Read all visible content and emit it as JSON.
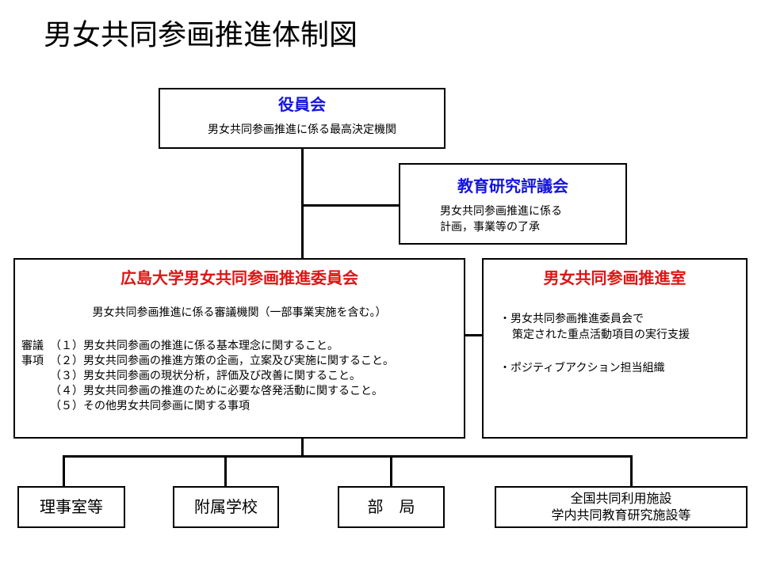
{
  "title": "男女共同参画推進体制図",
  "colors": {
    "blue": "#1414e0",
    "red": "#e01414"
  },
  "board": {
    "name": "役員会",
    "desc": "男女共同参画推進に係る最高決定機関"
  },
  "edu": {
    "name": "教育研究評議会",
    "desc1": "男女共同参画推進に係る",
    "desc2": "計画，事業等の了承"
  },
  "committee": {
    "name": "広島大学男女共同参画推進委員会",
    "desc": "男女共同参画推進に係る審議機関（一部事業実施を含む。）",
    "label1": "審議",
    "label2": "事項",
    "items": [
      "（１）男女共同参画の推進に係る基本理念に関すること。",
      "（２）男女共同参画の推進方策の企画，立案及び実施に関すること。",
      "（３）男女共同参画の現状分析，評価及び改善に関すること。",
      "（４）男女共同参画の推進のために必要な啓発活動に関すること。",
      "（５）その他男女共同参画に関する事項"
    ]
  },
  "office": {
    "name": "男女共同参画推進室",
    "item1a": "・男女共同参画推進委員会で",
    "item1b": "策定された重点活動項目の実行支援",
    "item2": "・ポジティブアクション担当組織"
  },
  "units": {
    "u1": "理事室等",
    "u2": "附属学校",
    "u3": "部　局",
    "u4a": "全国共同利用施設",
    "u4b": "学内共同教育研究施設等"
  }
}
